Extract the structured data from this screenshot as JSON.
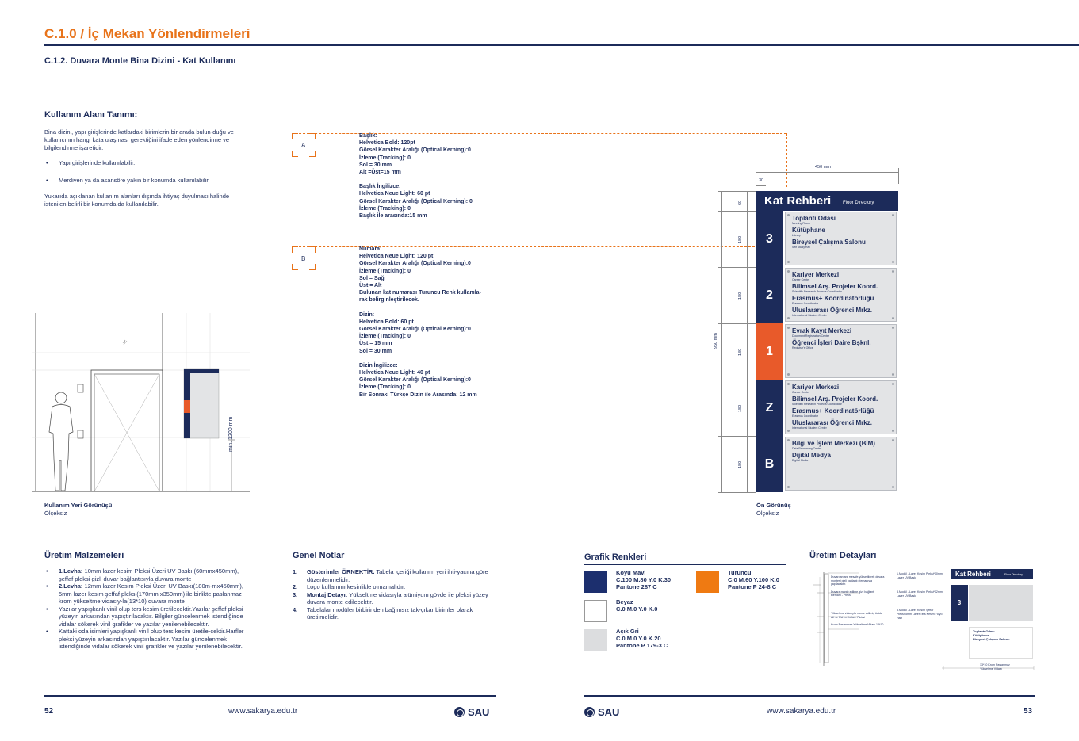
{
  "header": {
    "title": "C.1.0 / İç Mekan Yönlendirmeleri",
    "subtitle": "C.1.2. Duvara Monte Bina Dizini - Kat Kullanını"
  },
  "usage": {
    "heading": "Kullanım Alanı Tanımı:",
    "para1": "Bina dizini, yapı girişlerinde katlardaki birimlerin bir arada bulun-duğu ve kullanıcının hangi kata ulaşması gerektiğini ifade eden yönlendirme ve bilgilendirme işaretidir.",
    "bullets": [
      "Yapı girişlerinde kullanılabilir.",
      "Merdiven ya da asansöre yakın bir konumda kullanılabilir."
    ],
    "para2": "Yukarıda açıklanan kullanım alanları dışında ihtiyaç duyulması halinde istenilen belirli bir konumda da kullanılabilir."
  },
  "callouts": {
    "a_label": "A",
    "b_label": "B"
  },
  "spec_a": [
    [
      "Başlık:",
      "Helvetica Bold: 120pt",
      "Görsel Karakter Aralığı (Optical Kerning):0",
      "İzleme (Tracking): 0",
      "Sol = 30 mm",
      "Alt =Üst=15 mm"
    ],
    [
      "Başlık İngilizce:",
      "Helvetica Neue Light: 60 pt",
      "Görsel Karakter Aralığı (Optical Kerning): 0",
      "İzleme (Tracking): 0",
      "Başlık ile arasında:15 mm"
    ]
  ],
  "spec_b": [
    [
      "Numara:",
      "Helvetica Neue Light: 120 pt",
      "Görsel Karakter Aralığı (Optical Kerning):0",
      "İzleme (Tracking): 0",
      "Sol = Sağ",
      "Üst = Alt",
      "Bulunan kat numarası Turuncu Renk kullanıla-",
      "rak belirginleştirilecek."
    ],
    [
      "Dizin:",
      "Helvetica Bold: 60 pt",
      "Görsel Karakter Aralığı (Optical Kerning):0",
      "İzleme (Tracking): 0",
      "Üst = 15 mm",
      "Sol = 30 mm"
    ],
    [
      "Dizin İngilizce:",
      "Helvetica Neue Light: 40 pt",
      "Görsel Karakter Aralığı (Optical Kerning):0",
      "İzleme (Tracking): 0",
      "Bir Sonraki Türkçe Dizin ile Arasında: 12 mm"
    ]
  ],
  "usage_view": {
    "caption": "Kullanım Yeri Görünüşü",
    "scale": "Ölçeksiz",
    "height_label": "min. 1200 mm"
  },
  "front_view": {
    "caption": "Ön Görünüş",
    "scale": "Ölçeksiz",
    "width_label": "450 mm",
    "left_label": "30",
    "total_label": "960 mm",
    "row_dims": [
      "60",
      "180",
      "180",
      "180",
      "180",
      "180"
    ]
  },
  "sign": {
    "title": "Kat Rehberi",
    "title_en": "Floor Directory",
    "floors": [
      {
        "num": "3",
        "active": false,
        "entries": [
          [
            "Toplantı Odası",
            "Meeting Room"
          ],
          [
            "Kütüphane",
            "Library"
          ],
          [
            "Bireysel Çalışma Salonu",
            "Self Study Hall"
          ]
        ]
      },
      {
        "num": "2",
        "active": false,
        "entries": [
          [
            "Kariyer Merkezi",
            "Career Center"
          ],
          [
            "Bilimsel Arş. Projeler Koord.",
            "Scientific Research Projects Coordinator"
          ],
          [
            "Erasmus+ Koordinatörlüğü",
            "Erasmus Coordinator"
          ],
          [
            "Uluslararası Öğrenci Mrkz.",
            "International Student Center"
          ]
        ]
      },
      {
        "num": "1",
        "active": true,
        "entries": [
          [
            "Evrak Kayıt Merkezi",
            "Document Registration Center"
          ],
          [
            "Öğrenci İşleri Daire Bşknl.",
            "Registrar's Office"
          ]
        ]
      },
      {
        "num": "Z",
        "active": false,
        "entries": [
          [
            "Kariyer Merkezi",
            "Career Center"
          ],
          [
            "Bilimsel Arş. Projeler Koord.",
            "Scientific Research Projects Coordinator"
          ],
          [
            "Erasmus+ Koordinatörlüğü",
            "Erasmus Coordinator"
          ],
          [
            "Uluslararası Öğrenci Mrkz.",
            "International Student Center"
          ]
        ]
      },
      {
        "num": "B",
        "active": false,
        "entries": [
          [
            "Bilgi ve İşlem Merkezi (BİM)",
            "Data Processing Center"
          ],
          [
            "Dijital Medya",
            "Digital Media"
          ]
        ]
      }
    ]
  },
  "materials": {
    "heading": "Üretim Malzemeleri",
    "items": [
      {
        "bold": "1.Levha:",
        "text": " 10mm lazer kesim Pleksi Üzeri UV Baskı (60mmx450mm), şeffaf pleksi gizli duvar bağlantısıyla duvara monte"
      },
      {
        "bold": "2.Levha:",
        "text": " 12mm lazer Kesim Pleksi Üzeri UV Baskı(180m-mx450mm), 5mm lazer kesim şeffaf pleksi(170mm x350mm) ile birlikte paslanmaz krom yükseltme vidasıy-la(13*10) duvara monte"
      },
      {
        "bold": "",
        "text": "Yazılar yapışkanlı vinil olup ters kesim üretilecektir.Yazılar şeffaf pleksi yüzeyin arkasından yapıştırılacaktır. Bilgiler güncelenmek istendiğinde vidalar sökerek vinil grafikler ve yazılar yenilenebilecektir."
      },
      {
        "bold": "",
        "text": "Kattaki oda isimleri yapışkanlı vinil olup ters kesim üretile-cektir.Harfler pleksi yüzeyin arkasından yapıştırılacaktır. Yazılar güncelenmek istendiğinde vidalar sökerek vinil grafikler ve yazılar yenilenebilecektir."
      }
    ]
  },
  "notes": {
    "heading": "Genel Notlar",
    "items": [
      {
        "n": "1.",
        "bold": "Gösterimler ÖRNEKTİR.",
        "text": " Tabela içeriği kullanım yeri ihti-yacına göre düzenlenmelidir."
      },
      {
        "n": "2.",
        "bold": "",
        "text": "Logo kullanımı kesinlikle olmamalıdır."
      },
      {
        "n": "3.",
        "bold": "Montaj Detayı:",
        "text": " Yükseltme vidasıyla alümiyum gövde ile pleksi yüzey duvara monte edilecektir."
      },
      {
        "n": "4.",
        "bold": "",
        "text": "Tabelalar modüler birbirinden bağımsız tak-çıkar birimler olarak üretilmelidir."
      }
    ]
  },
  "colors": {
    "heading": "Grafik Renkleri",
    "swatches": [
      {
        "name": "Koyu Mavi",
        "line1": "C.100 M.80 Y.0 K.30",
        "line2": "Pantone 287 C",
        "hex": "#1c2f6e"
      },
      {
        "name": "Turuncu",
        "line1": "C.0 M.60 Y.100 K.0",
        "line2": "Pantone P 24-8 C",
        "hex": "#ef7a12"
      },
      {
        "name": "Beyaz",
        "line1": "C.0 M.0 Y.0 K.0",
        "line2": "",
        "hex": "#ffffff"
      },
      {
        "name": "Açık Gri",
        "line1": "C.0 M.0 Y.0 K.20",
        "line2": "Pantone P 179-3 C",
        "hex": "#dcdddf"
      }
    ]
  },
  "production": {
    "heading": "Üretim Detayları",
    "notes_left": [
      "Duvardan ara mesafe yükseltilerek duvara montesi gizli bağlantı elemanıyla yapılacaktır.",
      "Duvara monte edilme gizli bağlantı elemanı - Pleksi",
      "Yükseltme vidasıyla monte edilmiş üstde Alt ve Üst Levhalar - Pleksi",
      "Krom Paslanmaz Yükseltme Vidası 13*10"
    ],
    "notes_mid": [
      "1.Modül - Lazer Kesim Pleksi*10mm Lazer UV Baskı",
      "3.Modül - Lazer Kesim Pleksi*12mm Lazer UV Baskı",
      "3.Modül - Lazer Kesim Şeffaf Pleksi*5mm Lazer Ters Kesim Folyo Harf"
    ],
    "mini_title": "Kat Rehberi",
    "mini_title_en": "Floor Directory",
    "mini_num": "3",
    "mini_entries": [
      "Toplantı Odası",
      "Kütüphane",
      "Bireysel Çalışma Salonu"
    ],
    "mini_bottom": [
      "13*10 Krom Paslanmaz",
      "Yükseltme Vidası"
    ]
  },
  "footer": {
    "left_page": "52",
    "right_page": "53",
    "url": "www.sakarya.edu.tr",
    "logo": "SAU"
  }
}
